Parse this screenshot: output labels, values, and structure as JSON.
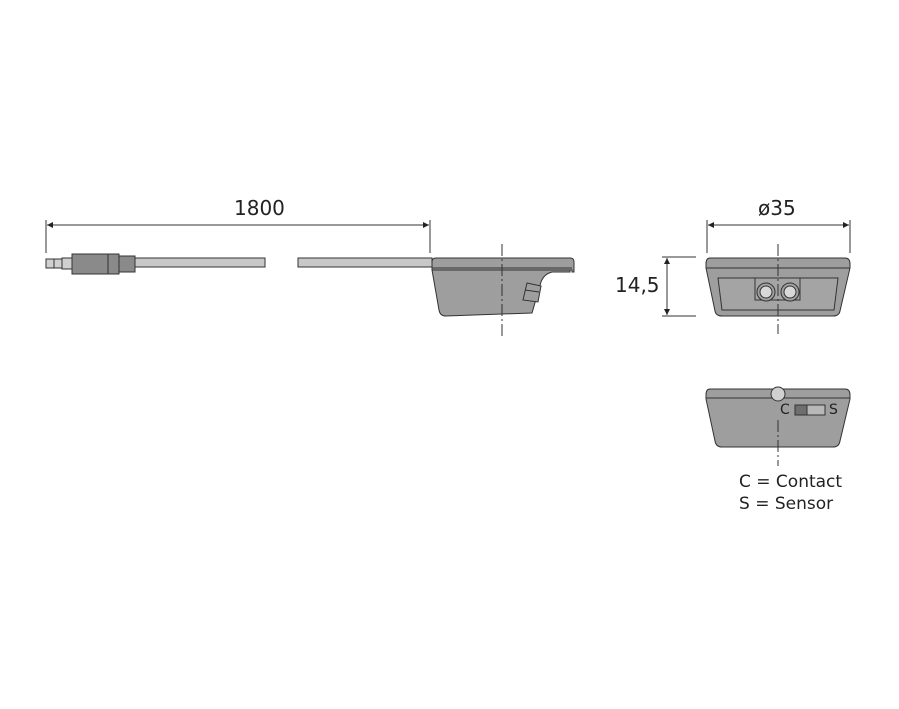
{
  "diagram": {
    "title": "",
    "dimensions": {
      "cable_length": "1800",
      "diameter": "ø35",
      "height": "14,5"
    },
    "switch": {
      "left_label": "C",
      "right_label": "S"
    },
    "legend": [
      "C = Contact",
      "S = Sensor"
    ],
    "colors": {
      "body_fill": "#9e9e9e",
      "outline": "#333333",
      "cable_fill": "#c8c8c8",
      "background": "#ffffff"
    }
  }
}
